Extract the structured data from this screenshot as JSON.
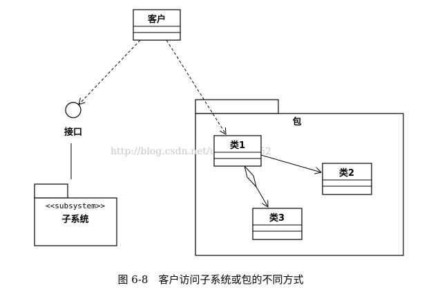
{
  "diagram": {
    "client": {
      "label": "客户"
    },
    "interface": {
      "label": "接口"
    },
    "subsystem": {
      "stereotype": "<<subsystem>>",
      "label": "子系统"
    },
    "package": {
      "label": "包"
    },
    "classes": [
      {
        "label": "类1"
      },
      {
        "label": "类2"
      },
      {
        "label": "类3"
      }
    ]
  },
  "watermark": "http://blog.csdn.net/u012829152",
  "caption": "图 6-8　客户访问子系统或包的不同方式"
}
